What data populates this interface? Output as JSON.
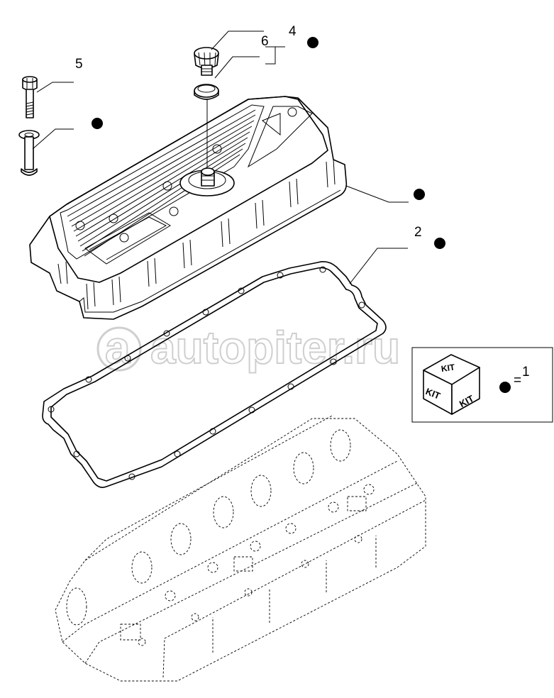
{
  "callouts": {
    "cover_nut": "4",
    "nut_seal": "6",
    "screw": "5",
    "gasket": "2",
    "kit_ref": "1"
  },
  "kit_box": {
    "face_label": "KIT",
    "equals": "="
  },
  "watermark": "autopiter.ru"
}
